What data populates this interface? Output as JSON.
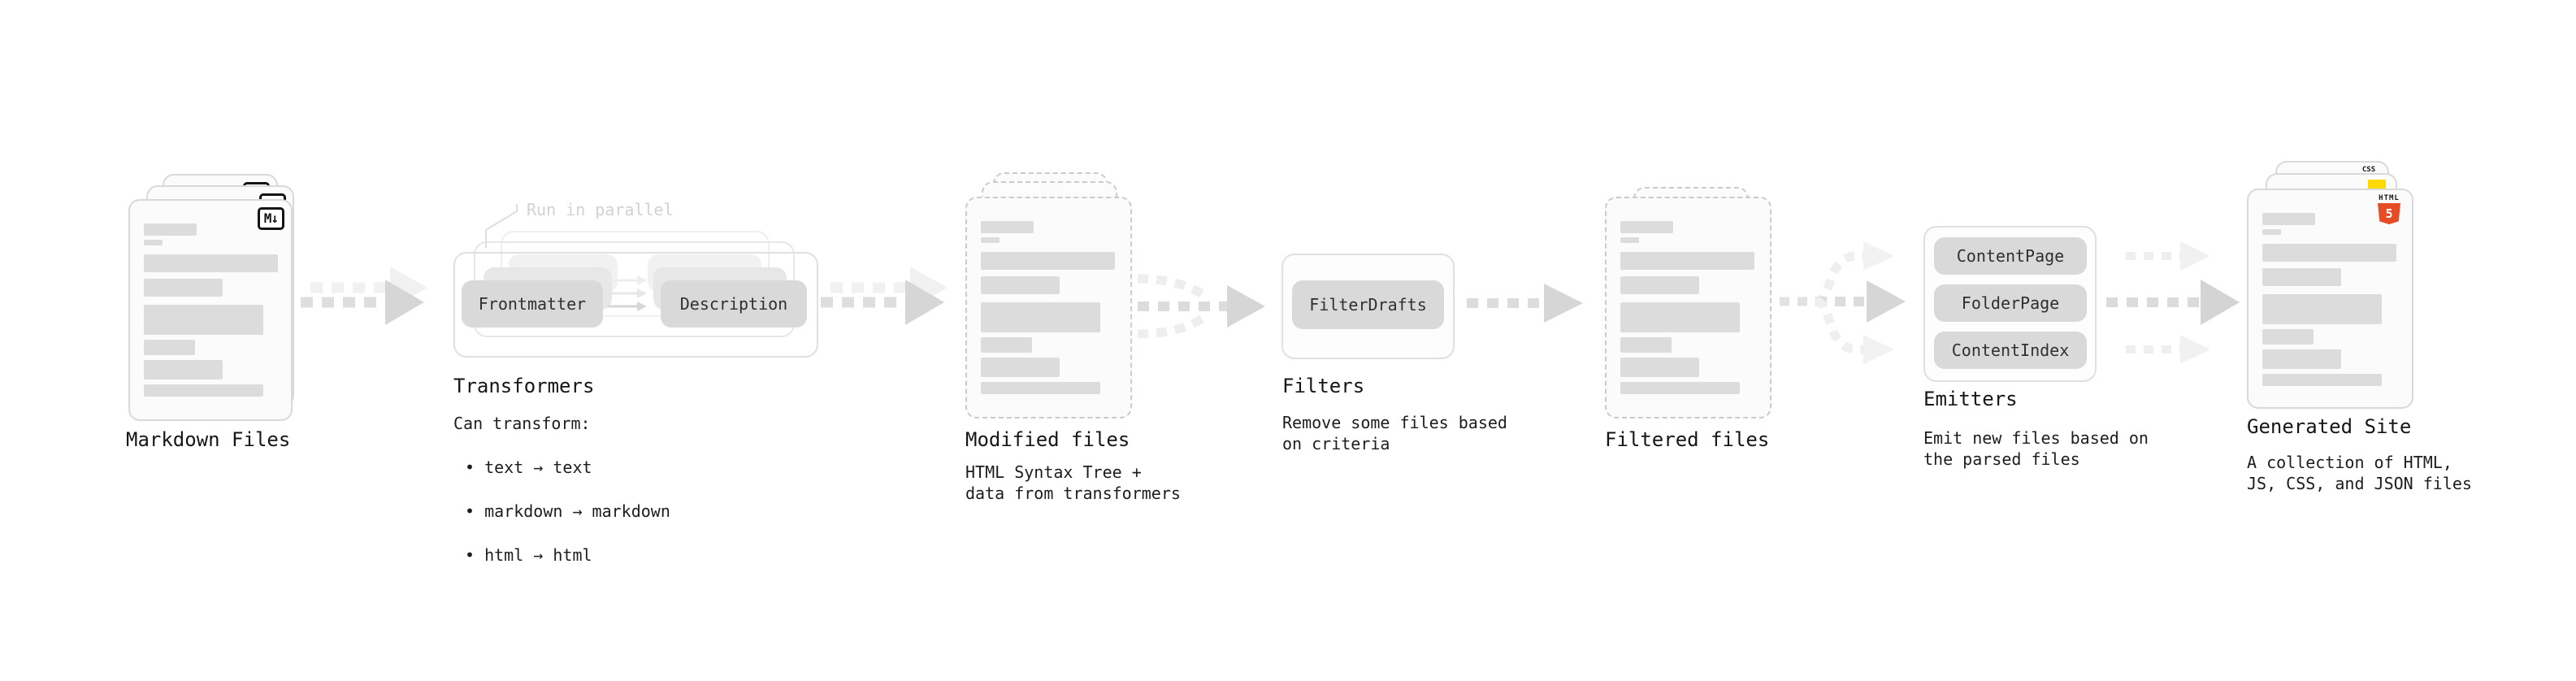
{
  "stages": {
    "markdown_files": {
      "label": "Markdown Files",
      "file_badge": "M↓"
    },
    "transformers": {
      "label": "Transformers",
      "note": "Run in parallel",
      "chips": [
        "Frontmatter",
        "Description"
      ],
      "sublabel_title": "Can transform:",
      "bullets": [
        "text → text",
        "markdown → markdown",
        "html → html"
      ]
    },
    "modified_files": {
      "label": "Modified files",
      "sublabel": "HTML Syntax Tree +\ndata from transformers"
    },
    "filters": {
      "label": "Filters",
      "chip": "FilterDrafts",
      "sublabel": "Remove some files based\non criteria"
    },
    "filtered_files": {
      "label": "Filtered files"
    },
    "emitters": {
      "label": "Emitters",
      "chips": [
        "ContentPage",
        "FolderPage",
        "ContentIndex"
      ],
      "sublabel": "Emit new files based on\nthe parsed files"
    },
    "generated_site": {
      "label": "Generated Site",
      "sublabel": "A collection of HTML,\nJS, CSS, and JSON files",
      "badges": {
        "css": "CSS",
        "html": "HTML",
        "html5_number": "5"
      }
    }
  },
  "colors": {
    "html5": "#e44d26",
    "js": "#ffd900",
    "css": "#2965f1"
  }
}
